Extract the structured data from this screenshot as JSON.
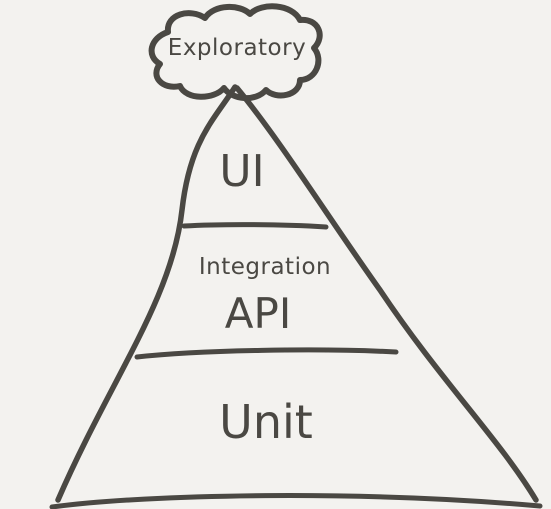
{
  "diagram": {
    "cloud_label": "Exploratory",
    "layers": [
      {
        "id": "ui",
        "label": "UI"
      },
      {
        "id": "integration",
        "label": "Integration"
      },
      {
        "id": "api",
        "label": "API"
      },
      {
        "id": "unit",
        "label": "Unit"
      }
    ],
    "colors": {
      "background": "#f3f2ef",
      "stroke": "#4a4843"
    }
  }
}
